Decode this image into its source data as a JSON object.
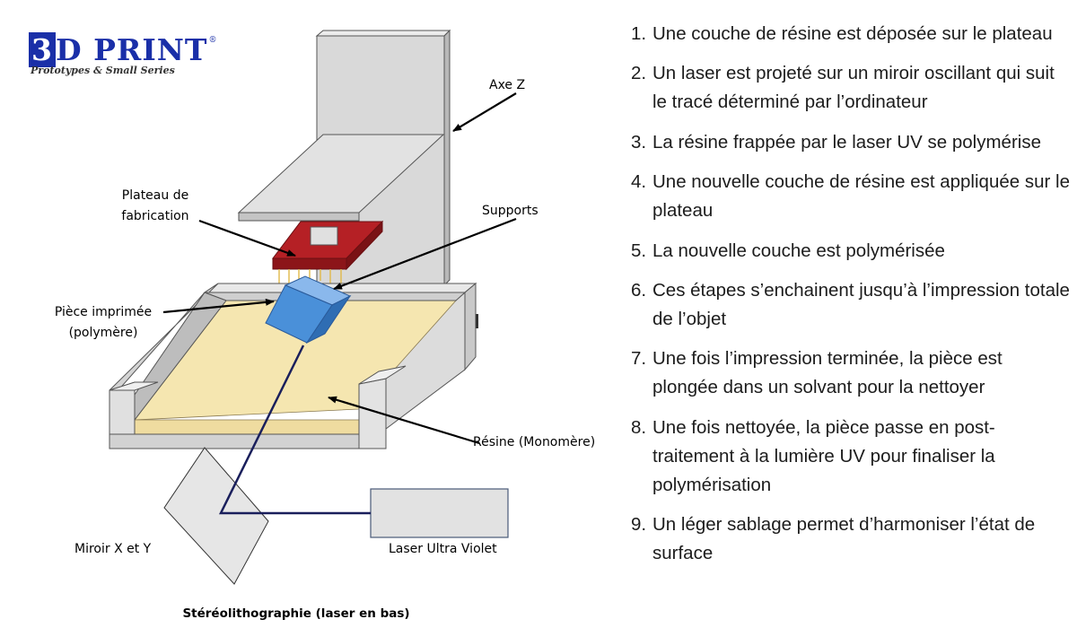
{
  "logo": {
    "digit": "3",
    "rest": "D PRINT",
    "registered": "®",
    "tagline": "Prototypes & Small Series"
  },
  "diagram": {
    "labels": {
      "axe_z": "Axe Z",
      "plateau_line1": "Plateau de",
      "plateau_line2": "fabrication",
      "supports": "Supports",
      "piece_line1": "Pièce imprimée",
      "piece_line2": "(polymère)",
      "resine": "Résine (Monomère)",
      "miroir": "Miroir X et Y",
      "laser": "Laser Ultra Violet"
    },
    "caption": "Stéréolithographie (laser en bas)"
  },
  "steps": [
    {
      "num": "1.",
      "text": "Une couche de résine est déposée sur le plateau"
    },
    {
      "num": "2.",
      "text": "Un laser est projeté sur un miroir oscillant qui suit le tracé déterminé par l’ordinateur"
    },
    {
      "num": "3.",
      "text": "La résine frappée par le laser UV se polymérise"
    },
    {
      "num": "4.",
      "text": "Une nouvelle couche de résine est appliquée sur le plateau"
    },
    {
      "num": "5.",
      "text": "La nouvelle couche est polymérisée"
    },
    {
      "num": "6.",
      "text": "Ces étapes s’enchainent jusqu’à l’impression totale de l’objet"
    },
    {
      "num": "7.",
      "text": "Une fois l’impression terminée, la pièce est plongée dans un solvant pour la nettoyer"
    },
    {
      "num": "8.",
      "text": "Une fois nettoyée, la pièce passe en post-traitement à la lumière UV pour finaliser la polymérisation"
    },
    {
      "num": "9.",
      "text": "Un léger sablage permet d’harmoniser l’état de surface"
    }
  ],
  "colors": {
    "vat": "#d9d9d9",
    "resin": "#f5e6b0",
    "platform_red": "#b52025",
    "part_blue": "#4a90d9",
    "laser_beam": "#1a1f5c",
    "logo_blue": "#1a2fa8"
  }
}
